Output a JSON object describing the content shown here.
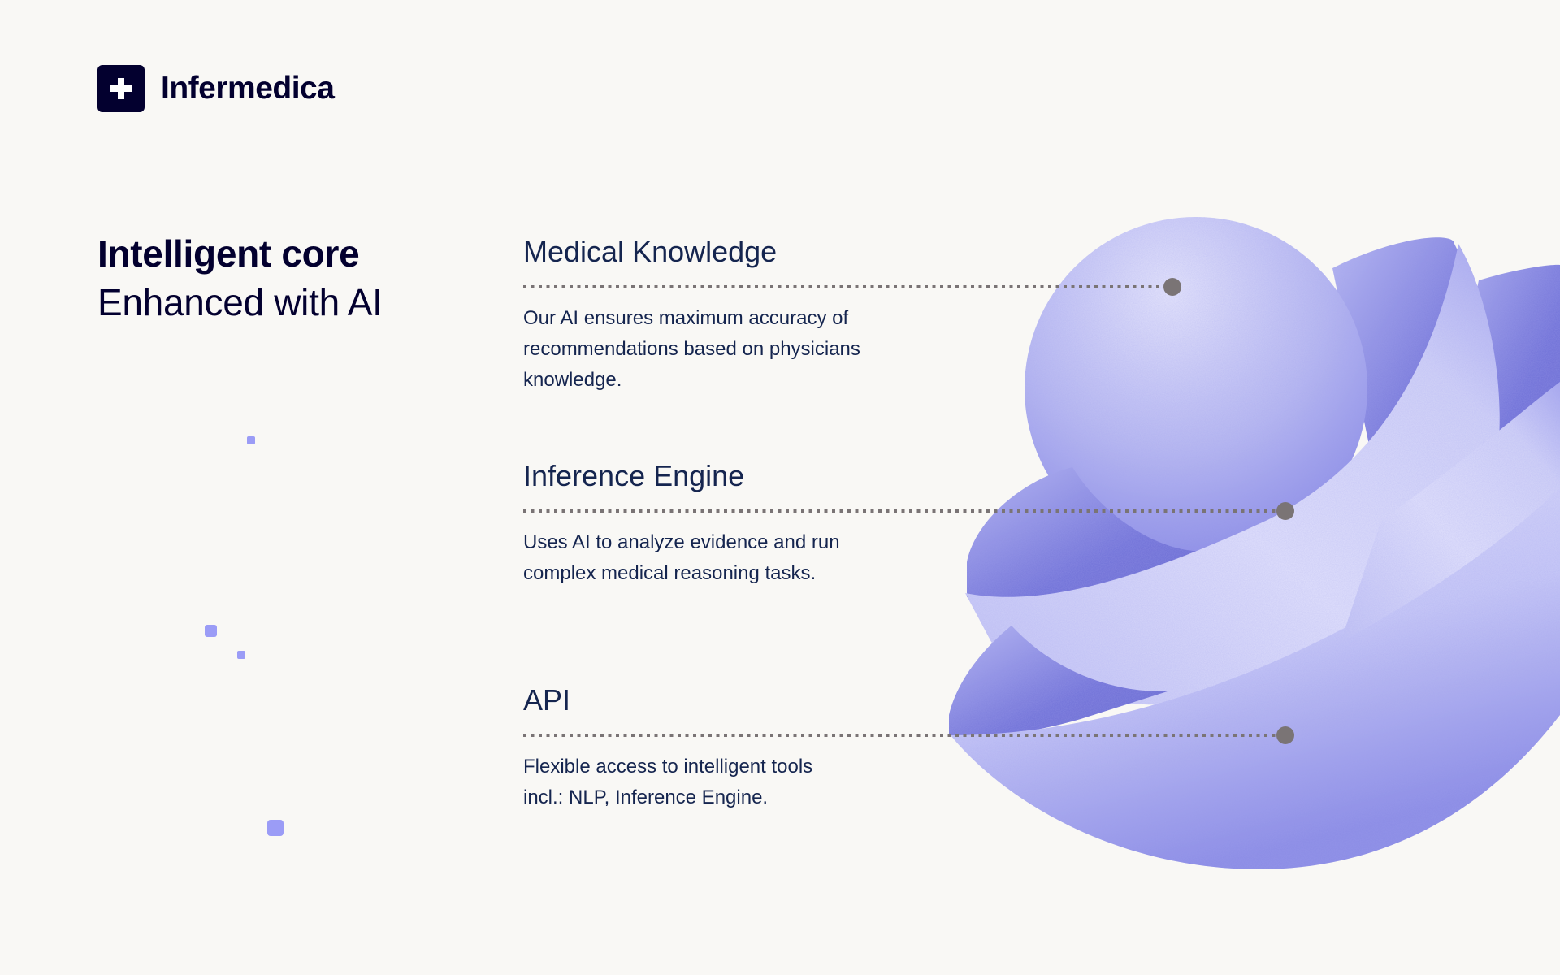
{
  "brand": {
    "name": "Infermedica",
    "logo_icon": "plus-cross-icon",
    "logo_color": "#03002f"
  },
  "hero": {
    "title": "Intelligent core",
    "subtitle": "Enhanced with AI"
  },
  "features": [
    {
      "title": "Medical Knowledge",
      "description_lines": [
        "Our AI ensures maximum accuracy of",
        "recommendations based on physicians",
        "knowledge."
      ]
    },
    {
      "title": "Inference Engine",
      "description_lines": [
        "Uses AI to analyze evidence and run",
        "complex medical reasoning tasks."
      ]
    },
    {
      "title": "API",
      "description_lines": [
        "Flexible access to intelligent tools",
        "incl.: NLP, Inference Engine."
      ]
    }
  ],
  "colors": {
    "background": "#f9f8f5",
    "text_dark": "#03002f",
    "text_navy": "#15254f",
    "leader_grey": "#7a7475",
    "accent_lavender": "#9b9cf6",
    "shape_light": "#dcdcfb",
    "shape_dark": "#6e6fd8"
  },
  "illustration": {
    "description": "3D lavender sphere nested inside stacked spiral bowl ribbons"
  }
}
